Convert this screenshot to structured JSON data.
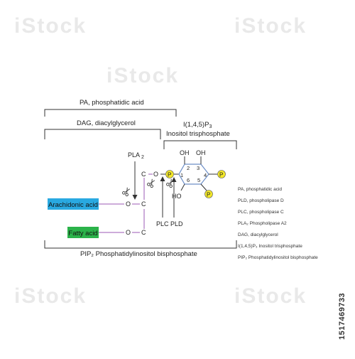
{
  "brackets": {
    "pa": "PA,  phosphatidic acid",
    "dag": "DAG, diacylglycerol",
    "ip3_top": "I(1,4,5)P",
    "ip3_sub": "3",
    "ip3_name": "Inositol trisphosphate",
    "pip2": "PIP₂ Phosphatidylinositol bisphosphate"
  },
  "enzymes": {
    "pla2": "PLA",
    "pla2_sub": "2",
    "plc": "PLC",
    "pld": "PLD"
  },
  "atoms": {
    "c": "C",
    "o": "O",
    "p": "P",
    "oh": "OH",
    "ho": "HO"
  },
  "ring_numbers": [
    "1",
    "2",
    "3",
    "4",
    "5",
    "6"
  ],
  "boxes": {
    "arachidonic": "Arachidonic acid",
    "fatty": "Fatty acid"
  },
  "legend": [
    "PA,  phosphatidic acid",
    "PLD, phospholipase D",
    "PLC,   phospholipase  C",
    "PLA₂ Phospholipase  A2",
    "DAG, diacylglycerol",
    "I(1,4,5)P₃   Inositol trisphosphate",
    "PIP₂ Phosphatidylinositol bisphosphate"
  ],
  "watermark": {
    "text": "iStock",
    "side_id": "1517469733"
  },
  "colors": {
    "arachidonic_box": "#29a9e1",
    "fatty_box": "#2bb34a",
    "phosphate": "#f2e72a",
    "ring": "#6d8fc8",
    "link_purple": "#9b59b6",
    "line": "#333333"
  }
}
